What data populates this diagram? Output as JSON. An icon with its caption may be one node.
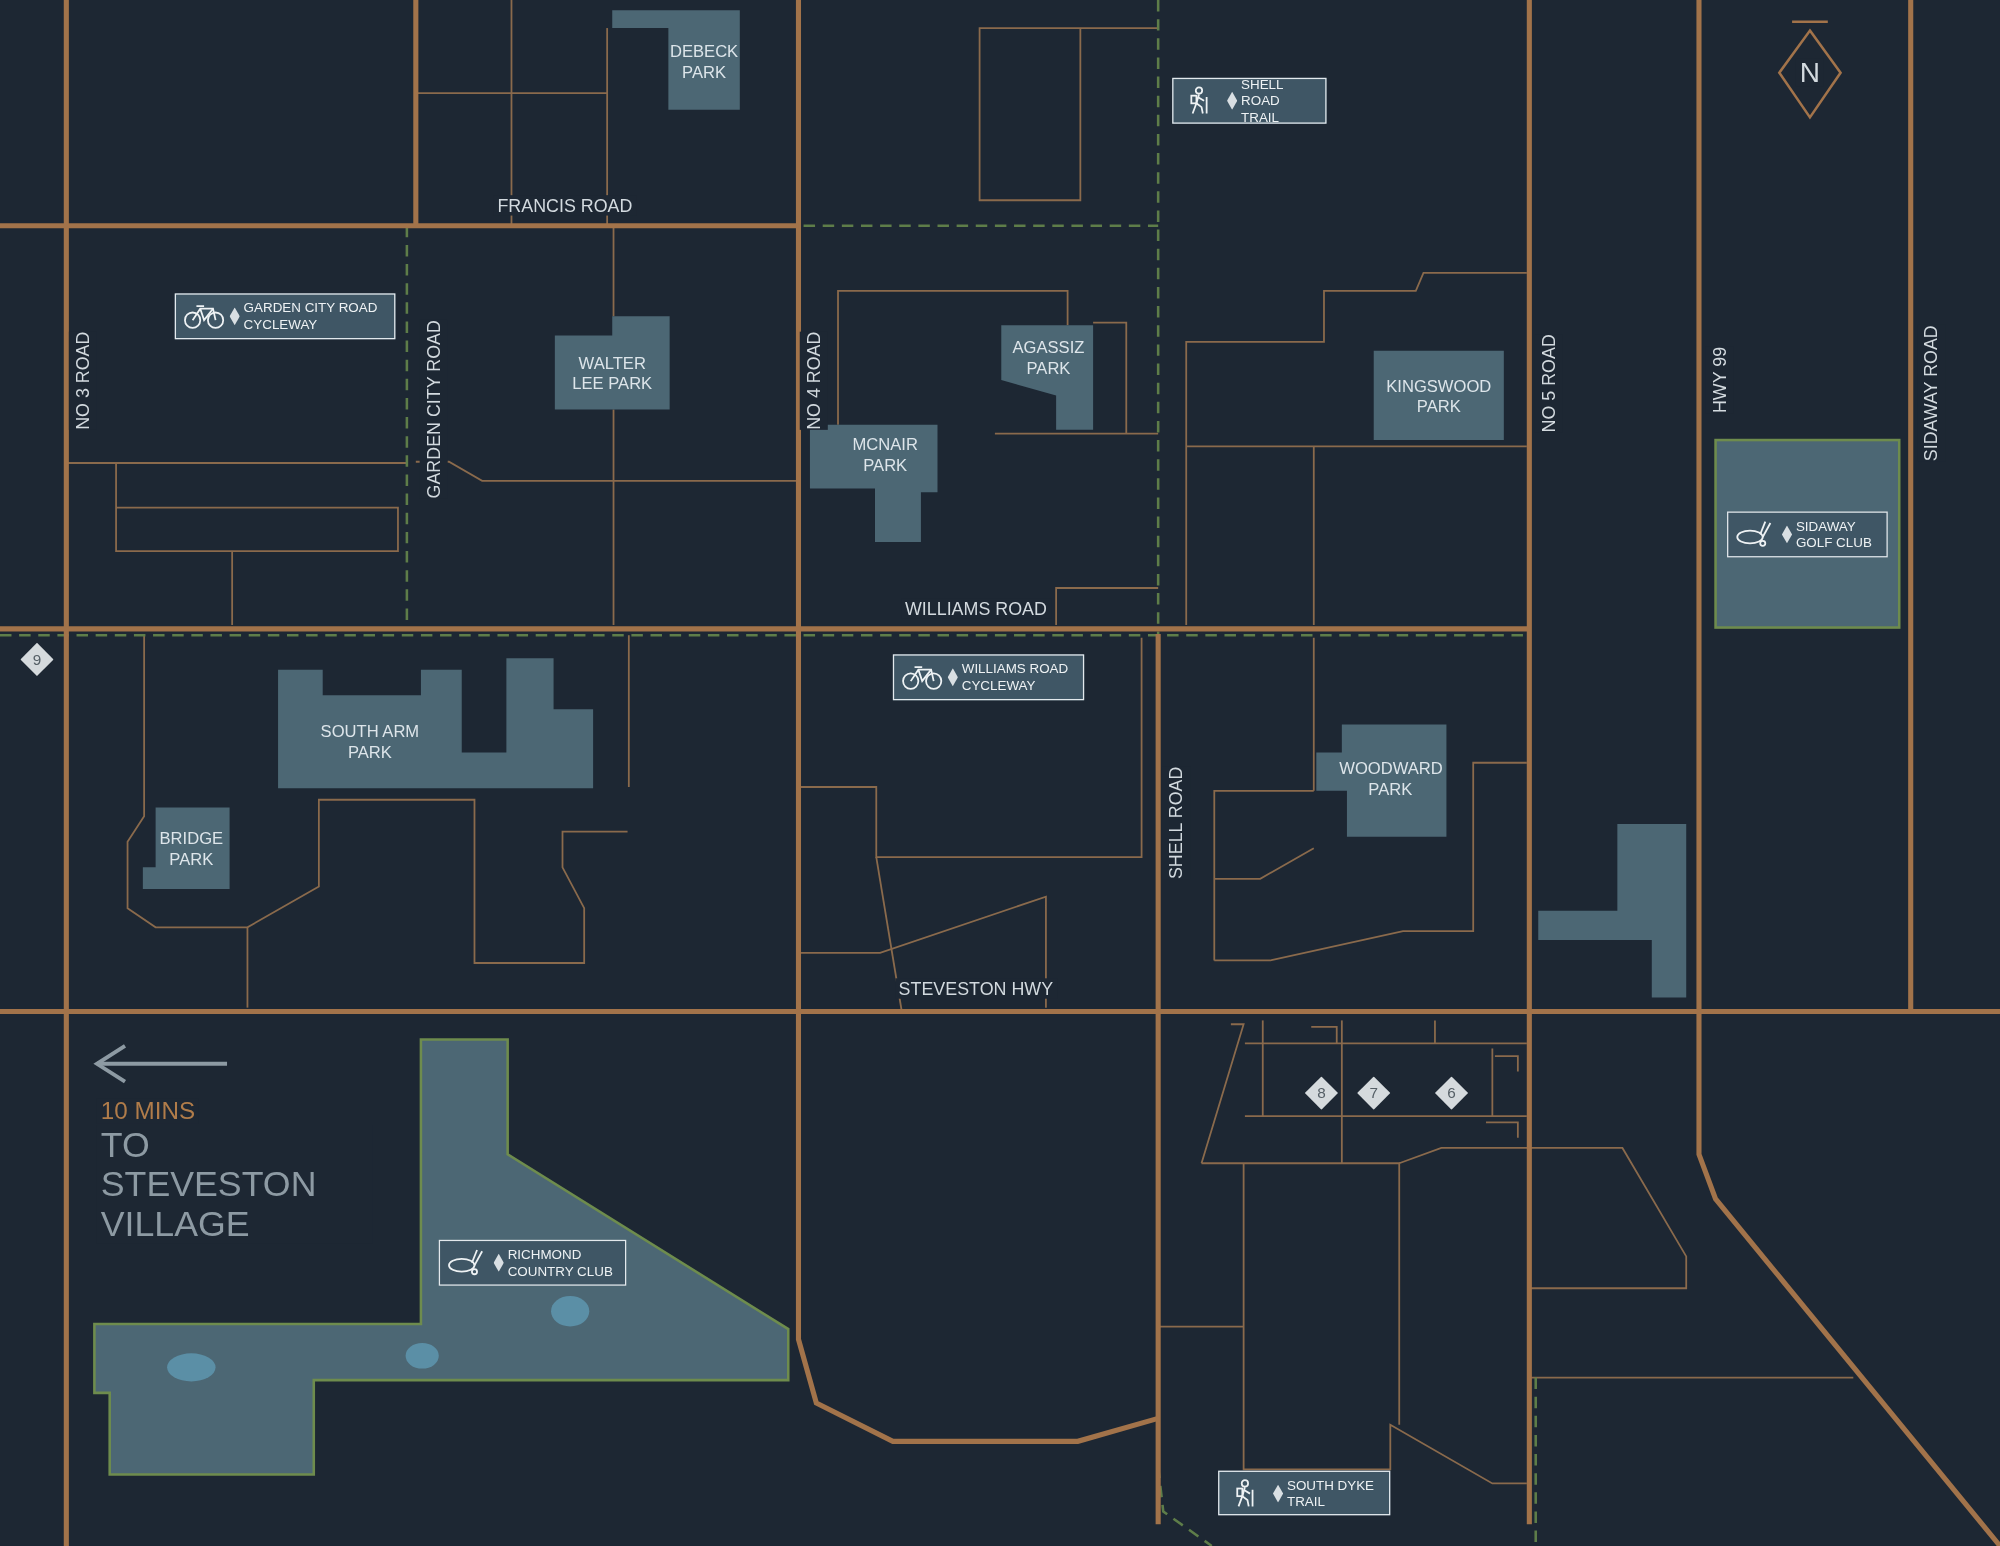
{
  "diagram": {
    "nodes": [
      {
        "text": [
          "DEBECK PARK"
        ]
      },
      {
        "text": [
          "SHELL ROAD TRAIL"
        ]
      },
      {
        "text": [
          "GARDEN CITY ROAD CYCLEWAY"
        ]
      },
      {
        "text": [
          "WALTER LEE PARK"
        ]
      },
      {
        "text": [
          "AGASSIZ PARK"
        ]
      },
      {
        "text": [
          "KINGSWOOD PARK"
        ]
      },
      {
        "text": [
          "MCNAIR PARK"
        ]
      },
      {
        "text": [],
        "shape": "box"
      },
      {
        "text": [
          "SIDAWAY GOLF CLUB"
        ],
        "in": 7
      },
      {
        "text": [
          "9"
        ]
      },
      {
        "text": [
          "WILLIAMS ROAD CYCLEWAY"
        ]
      },
      {
        "text": [
          "SOUTH ARM PARK"
        ]
      },
      {
        "text": [
          "WOODWARD PARK"
        ]
      },
      {
        "text": [
          "BRIDGE PARK"
        ]
      },
      {
        "text": [],
        "shape": "polygon"
      },
      {
        "text": [
          "8"
        ]
      },
      {
        "text": [
          "7"
        ]
      },
      {
        "text": [
          "6"
        ]
      },
      {
        "text": [],
        "shape": "polygon"
      },
      {
        "text": [
          "RICHMOND COUNTRY CLUB"
        ],
        "in": 18
      },
      {
        "text": [
          "SOUTH DYKE TRAIL"
        ]
      }
    ],
    "labels": [
      "N",
      "FRANCIS ROAD",
      "NO 3 ROAD",
      "GARDEN CITY ROAD",
      "NO 4 ROAD",
      "NO 5 ROAD",
      "HWY 99",
      "SIDAWAY ROAD",
      "WILLIAMS ROAD",
      "SHELL ROAD",
      "STEVESTON HWY",
      "10 MINS",
      "TO STEVESTON VILLAGE"
    ]
  }
}
